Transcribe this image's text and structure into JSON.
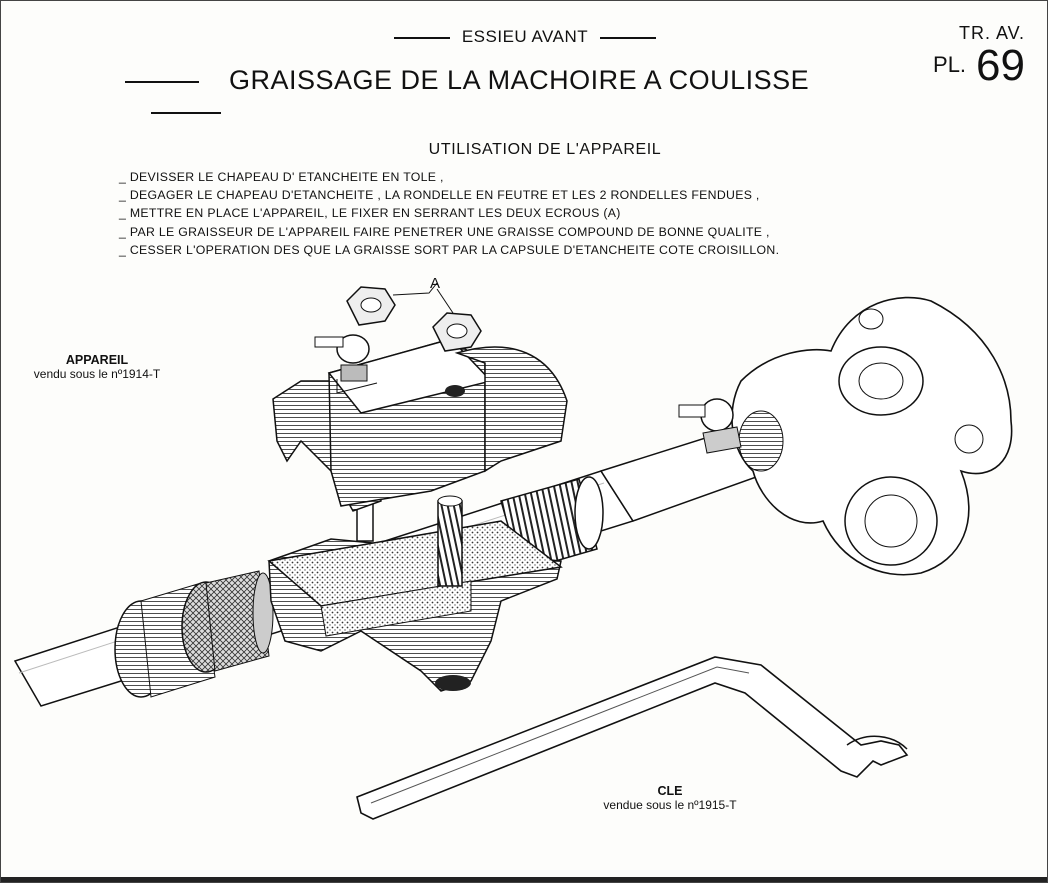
{
  "header": {
    "section": "ESSIEU AVANT",
    "title": "GRAISSAGE DE LA MACHOIRE A COULISSE",
    "series": "TR. AV.",
    "plate_prefix": "PL.",
    "plate_number": "69"
  },
  "instructions": {
    "title": "UTILISATION DE L'APPAREIL",
    "steps": [
      "DEVISSER LE CHAPEAU D' ETANCHEITE EN TOLE ,",
      "DEGAGER LE CHAPEAU D'ETANCHEITE , LA RONDELLE EN FEUTRE ET LES 2 RONDELLES FENDUES ,",
      "METTRE EN PLACE L'APPAREIL, LE FIXER EN SERRANT LES DEUX ECROUS (A)",
      "PAR LE GRAISSEUR DE L'APPAREIL FAIRE PENETRER UNE GRAISSE COMPOUND DE BONNE QUALITE ,",
      "CESSER L'OPERATION DES QUE LA GRAISSE SORT PAR LA CAPSULE D'ETANCHEITE COTE CROISILLON."
    ]
  },
  "labels": {
    "appareil_name": "APPAREIL",
    "appareil_ref": "vendu sous le nº1914-T",
    "nuts_callout": "A",
    "cle_name": "CLE",
    "cle_ref": "vendue sous le nº1915-T"
  },
  "colors": {
    "ink": "#111111",
    "paper": "#fdfdfb",
    "shade": "#777777"
  }
}
